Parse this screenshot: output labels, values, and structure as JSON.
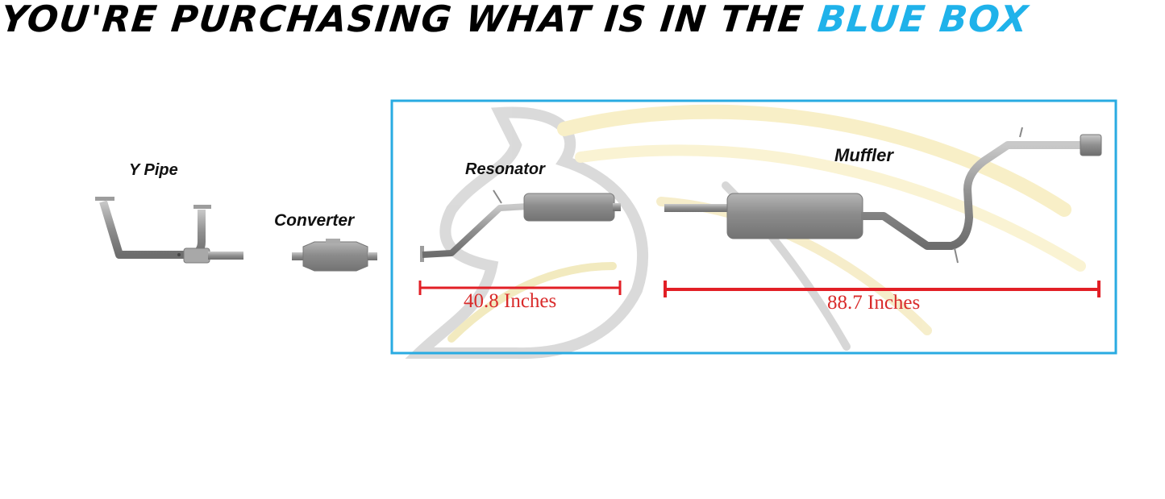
{
  "headline": {
    "prefix": "YOU'RE PURCHASING WHAT IS IN THE",
    "highlight": "BLUE BOX"
  },
  "colors": {
    "highlight_blue": "#1fb2ea",
    "box_border": "#29abe2",
    "measure_red": "#e21f26",
    "pipe_gray": "#9a9a9a"
  },
  "parts": {
    "y_pipe": "Y Pipe",
    "converter": "Converter",
    "resonator": "Resonator",
    "muffler": "Muffler"
  },
  "measurements": {
    "resonator_length": "40.8 Inches",
    "muffler_length": "88.7 Inches"
  },
  "watermark": "horse-head-logo"
}
